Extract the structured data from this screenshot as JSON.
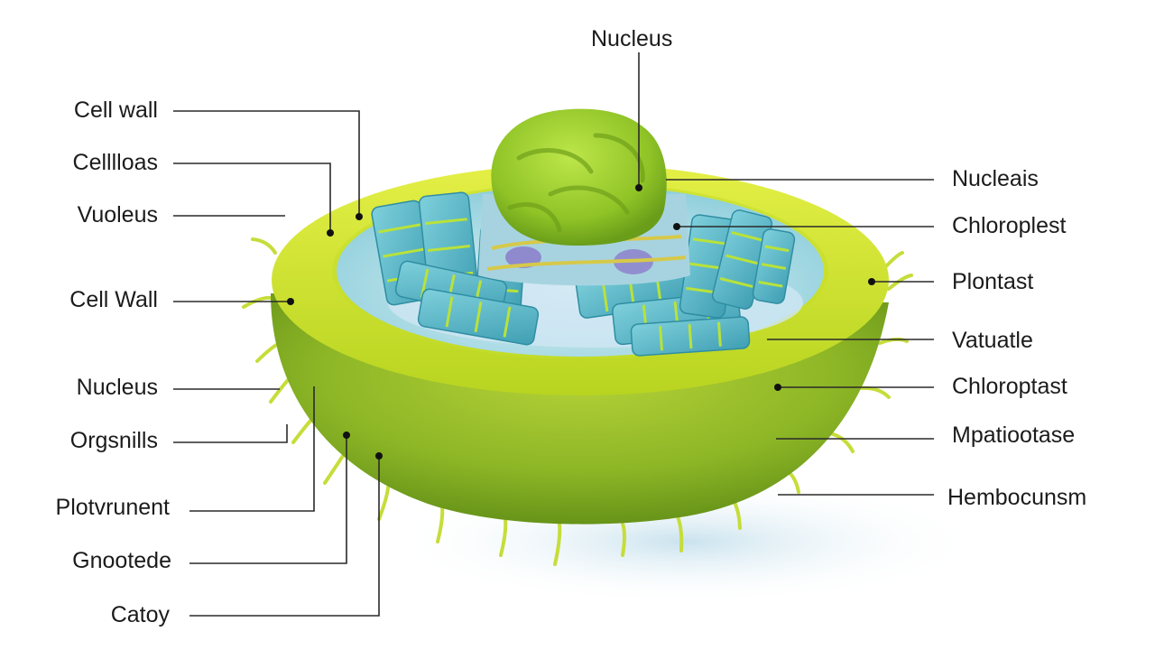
{
  "diagram": {
    "top_label": "Nucleus",
    "left_labels": [
      "Cell wall",
      "Celllloas",
      "Vuoleus",
      "Cell Wall",
      "Nucleus",
      "Orgsnills",
      "Plotvrunent",
      "Gnootede",
      "Catoy"
    ],
    "right_labels": [
      "Nucleais",
      "Chloroplest",
      "Plontast",
      "Vatuatle",
      "Chloroptast",
      "Mpatiootase",
      "Hembocunsm"
    ],
    "colors": {
      "outer_rim": "#cde22c",
      "body": "#8fb82a",
      "cytoplasm": "#a9dbe4",
      "nucleus": "#94cc2a",
      "chloroplast": "#5bb8c7",
      "leader_line": "#2a2a2a"
    }
  }
}
